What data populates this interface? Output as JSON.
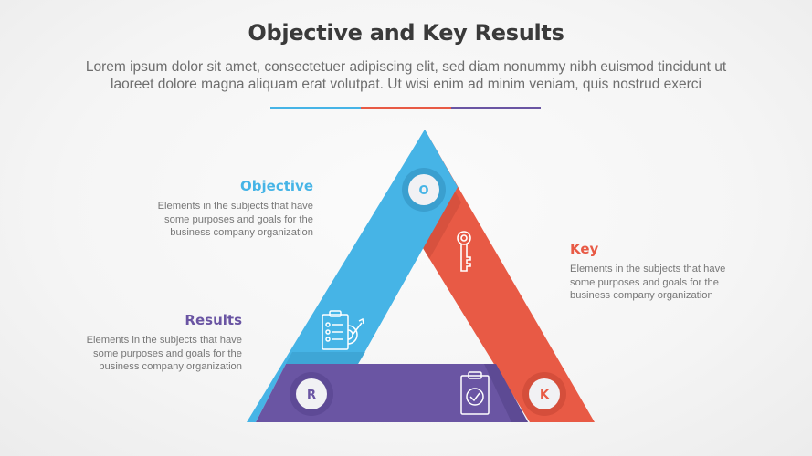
{
  "header": {
    "title": "Objective and Key Results",
    "subtitle_line1": "Lorem ipsum dolor sit amet, consectetuer adipiscing elit, sed diam nonummy nibh euismod tincidunt ut",
    "subtitle_line2": "laoreet dolore magna aliquam erat volutpat. Ut wisi enim ad minim veniam, quis nostrud exerci"
  },
  "colors": {
    "blue": "#46b4e6",
    "red": "#e85a45",
    "purple": "#6a55a3",
    "title": "#3a3a3a",
    "body_text": "#777777"
  },
  "sections": {
    "objective": {
      "letter": "O",
      "title": "Objective",
      "description_line1": "Elements in the subjects that have",
      "description_line2": "some purposes and goals for the",
      "description_line3": "business company organization",
      "icon": "target-checklist-icon"
    },
    "key": {
      "letter": "K",
      "title": "Key",
      "description_line1": "Elements in the subjects that have",
      "description_line2": "some purposes and goals for the",
      "description_line3": "business company organization",
      "icon": "key-icon"
    },
    "results": {
      "letter": "R",
      "title": "Results",
      "description_line1": "Elements in the subjects that have",
      "description_line2": "some purposes and goals for the",
      "description_line3": "business company organization",
      "icon": "clipboard-check-icon"
    }
  }
}
